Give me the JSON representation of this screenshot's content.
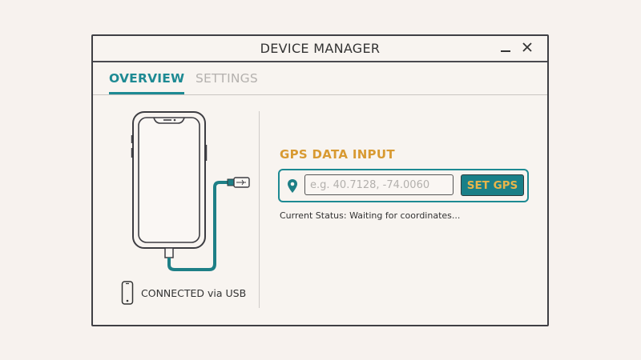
{
  "window": {
    "title": "DEVICE MANAGER",
    "minimize_label": "",
    "close_label": "✕"
  },
  "tabs": [
    {
      "label": "OVERVIEW",
      "active": true
    },
    {
      "label": "SETTINGS",
      "active": false
    }
  ],
  "device": {
    "connection_label": "CONNECTED via USB",
    "icons": [
      "phone-illustration",
      "usb-cable-icon",
      "phone-small-icon"
    ]
  },
  "gps": {
    "section_title": "GPS DATA INPUT",
    "input_value": "",
    "input_placeholder": "e.g. 40.7128, -74.0060",
    "button_label": "SET GPS",
    "status_text": "Current Status: Waiting for coordinates...",
    "icon": "location-pin-icon"
  },
  "colors": {
    "accent": "#1e8a93",
    "title_orange": "#d89a32",
    "button_text": "#e9b54a",
    "background": "#f7f2ee"
  }
}
